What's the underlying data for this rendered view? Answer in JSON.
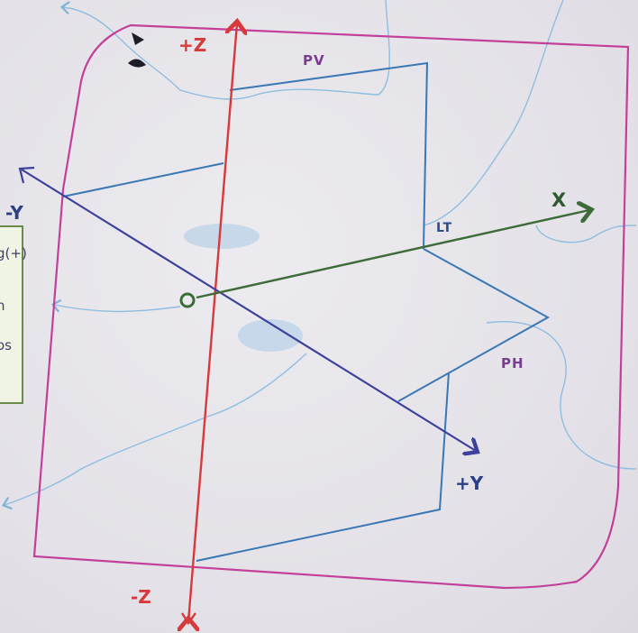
{
  "axes": {
    "z_pos": "+Z",
    "z_neg": "-Z",
    "y_neg": "-Y",
    "y_pos": "+Y",
    "x": "X"
  },
  "planes": {
    "vertical": "PV",
    "horizontal": "PH",
    "ground_line": "LT"
  },
  "side_note": {
    "line1": "g(+)",
    "line2": "n",
    "line3": "os"
  },
  "colors": {
    "frame": "#c2409a",
    "z_axis": "#d63a3c",
    "y_axis": "#3d3f9c",
    "x_axis": "#3d6b3a",
    "planes": "#3a78b5",
    "annotation_lines": "#7fb3d8"
  }
}
